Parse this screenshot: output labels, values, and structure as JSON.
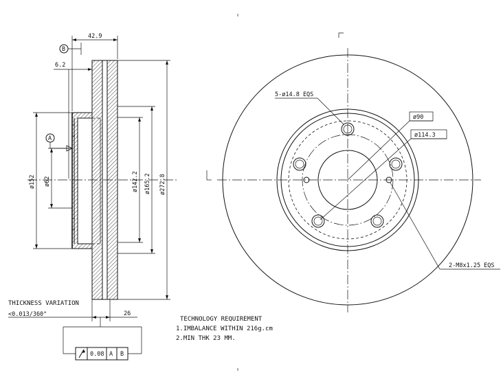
{
  "side_view": {
    "dim_width": "42.9",
    "dim_hat": "6.2",
    "dim_bore_a": "ø62",
    "dim_pilot": "ø152",
    "dim_142": "ø142.2",
    "dim_165": "ø165.2",
    "dim_outer": "ø272.8",
    "dim_26": "26",
    "datum_a": "A",
    "datum_b": "B"
  },
  "front_view": {
    "callout_holes": "5-ø14.8 EQS",
    "callout_bore": "ø90",
    "callout_pcd": "ø114.3",
    "callout_threads": "2-M8x1.25 EQS"
  },
  "notes": {
    "thickness_title": "THICKNESS VARIATION",
    "thickness_value": "<0.013/360°",
    "tol_value": "0.08",
    "tol_ref_a": "A",
    "tol_ref_b": "B",
    "tech_title": "TECHNOLOGY REQUIREMENT",
    "tech_line1": "1.IMBALANCE WITHIN 216g.cm",
    "tech_line2": "2.MIN THK 23 MM."
  }
}
